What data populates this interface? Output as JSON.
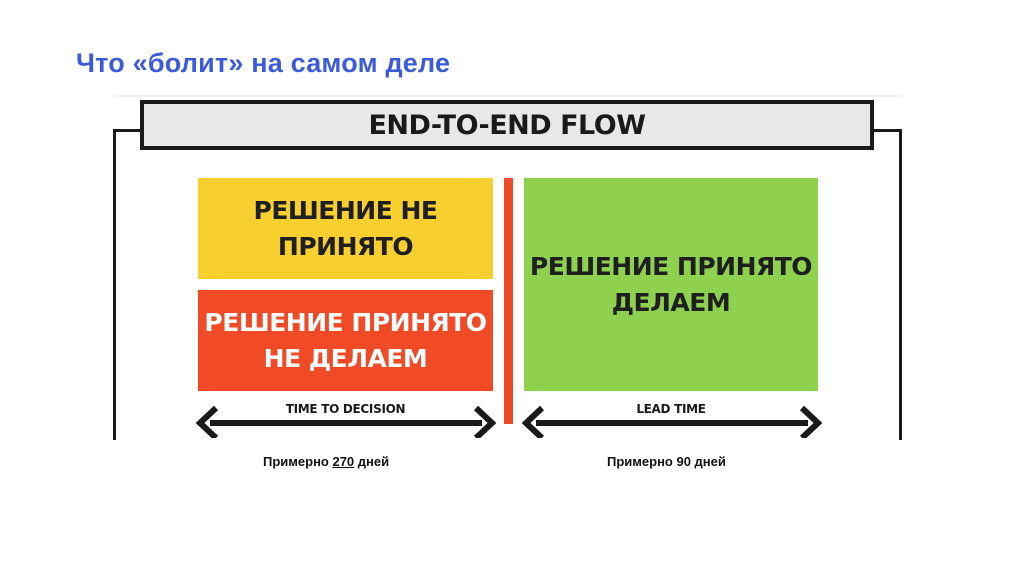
{
  "title": "Что «болит» на самом деле",
  "diagram": {
    "banner": "END-TO-END FLOW",
    "box_not_decided": [
      "РЕШЕНИЕ НЕ",
      "ПРИНЯТО"
    ],
    "box_decided_not_doing": [
      "РЕШЕНИЕ ПРИНЯТО",
      "НЕ ДЕЛАЕМ"
    ],
    "box_doing": [
      "РЕШЕНИЕ ПРИНЯТО",
      "ДЕЛАЕМ"
    ],
    "arrow_left_label": "TIME TO DECISION",
    "arrow_right_label": "LEAD TIME",
    "colors": {
      "yellow": "#F7CF2E",
      "red": "#F04A26",
      "green": "#8ED14F",
      "title_blue": "#3B5BDB"
    }
  },
  "captions": {
    "left_prefix": "Примерно ",
    "left_value": "270",
    "left_suffix": " дней",
    "right": "Примерно 90 дней"
  }
}
